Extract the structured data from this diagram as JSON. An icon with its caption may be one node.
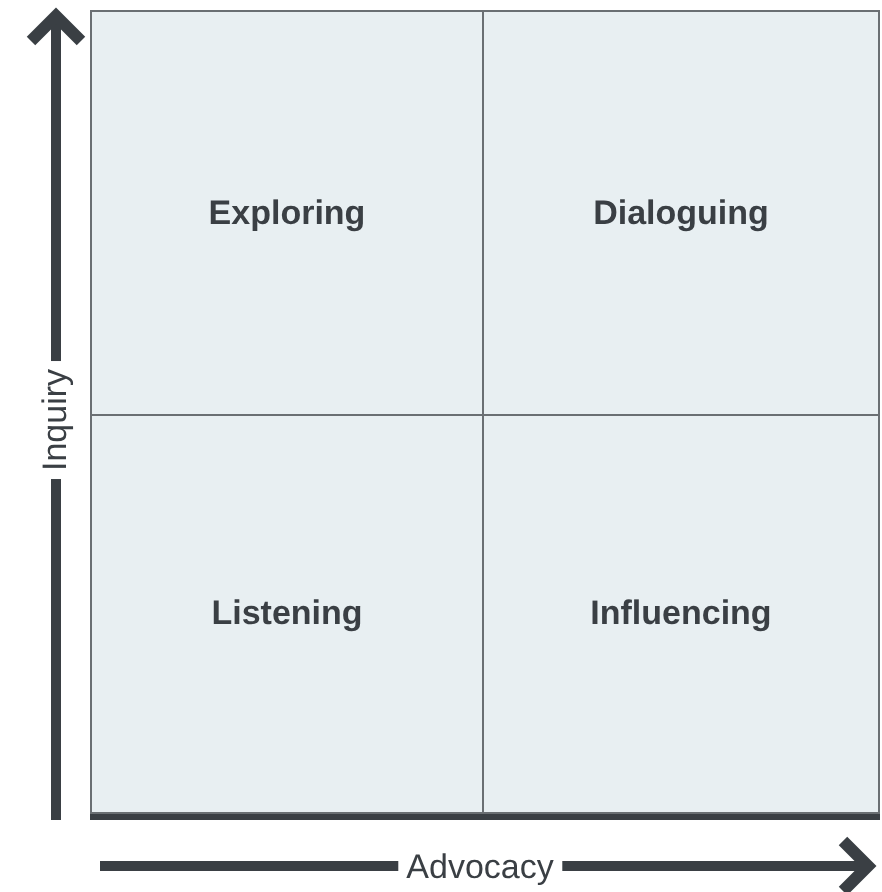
{
  "diagram": {
    "nodes": [
      {
        "text": [
          "Exploring"
        ]
      },
      {
        "text": [
          "Dialoguing"
        ]
      },
      {
        "text": [
          "Listening"
        ]
      },
      {
        "text": [
          "Influencing"
        ]
      }
    ],
    "labels": [
      "Inquiry",
      "Advocacy"
    ]
  }
}
